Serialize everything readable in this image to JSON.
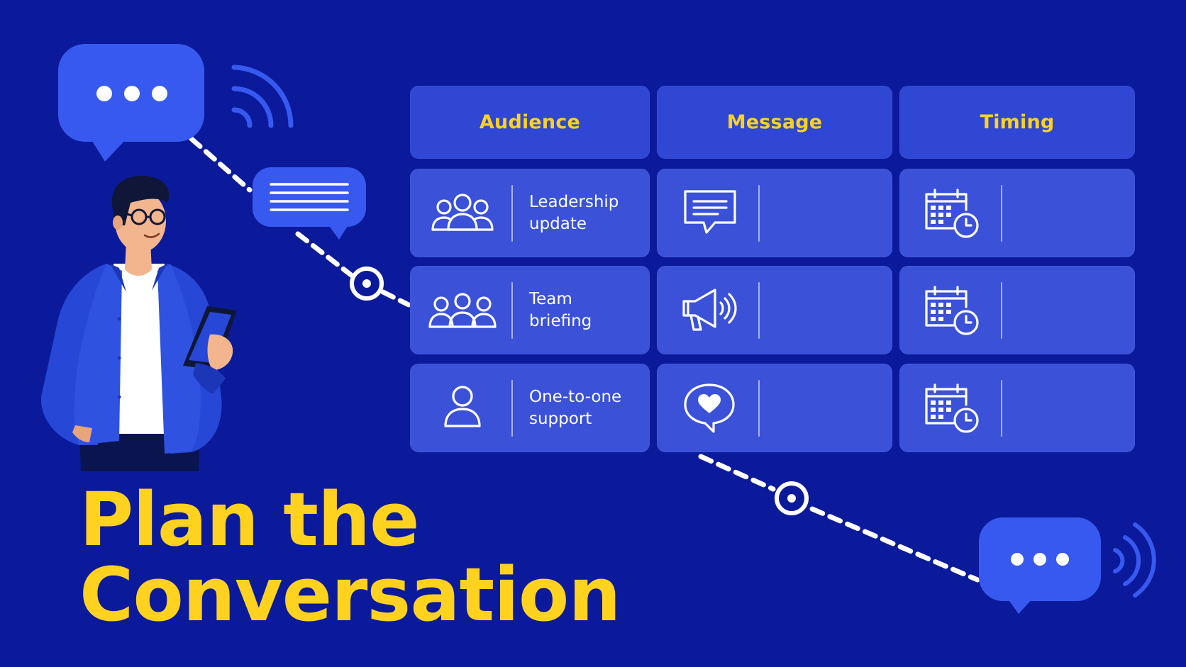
{
  "title": "Plan the\nConversation",
  "columns": [
    "Audience",
    "Message",
    "Timing"
  ],
  "rows": [
    {
      "audience": {
        "label": "Leadership\nupdate",
        "icon": "leadership-group-icon"
      },
      "message_icon": "chat-message-icon",
      "timing_icon": "calendar-clock-icon"
    },
    {
      "audience": {
        "label": "Team\nbriefing",
        "icon": "team-group-icon"
      },
      "message_icon": "megaphone-icon",
      "timing_icon": "calendar-clock-icon"
    },
    {
      "audience": {
        "label": "One-to-one\nsupport",
        "icon": "single-person-icon"
      },
      "message_icon": "heart-chat-icon",
      "timing_icon": "calendar-clock-icon"
    }
  ],
  "colors": {
    "background": "#0b1a9a",
    "cell": "#3a51d8",
    "header_cell": "#2f47d2",
    "accent_yellow": "#ffd21f",
    "bubble": "#3759f0",
    "white": "#ffffff"
  }
}
